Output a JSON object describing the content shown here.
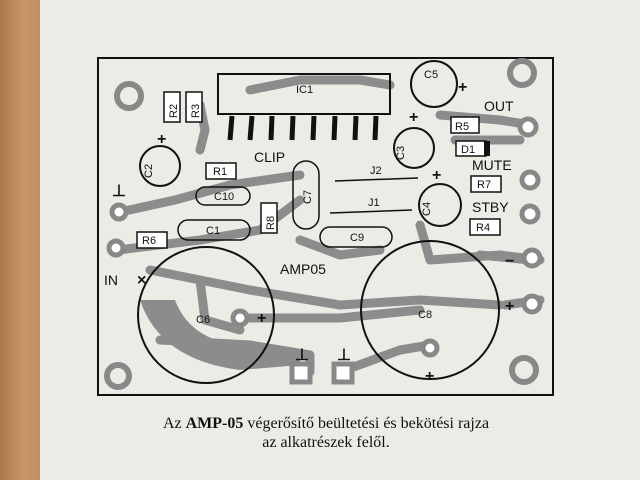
{
  "caption": {
    "prefix": "Az ",
    "bold": "AMP-05",
    "line1_rest": " végerősítő beültetési és bekötési rajza",
    "line2": "az alkatrészek felől."
  },
  "board": {
    "labels": {
      "ic1": "IC1",
      "c5": "C5",
      "r2": "R2",
      "r3": "R3",
      "out": "OUT",
      "r5": "R5",
      "d1": "D1",
      "c3": "C3",
      "c2": "C2",
      "clip": "CLIP",
      "r1": "R1",
      "c10": "C10",
      "c7": "C7",
      "j2": "J2",
      "mute": "MUTE",
      "r7": "R7",
      "c4": "C4",
      "stby": "STBY",
      "r8": "R8",
      "c1": "C1",
      "j1": "J1",
      "c9": "C9",
      "r4": "R4",
      "r6": "R6",
      "amp": "AMP05",
      "in": "IN",
      "c6": "C6",
      "c8": "C8"
    },
    "symbols": {
      "plus": "+",
      "minus": "−",
      "ground": "⊥",
      "cross": "×"
    }
  }
}
